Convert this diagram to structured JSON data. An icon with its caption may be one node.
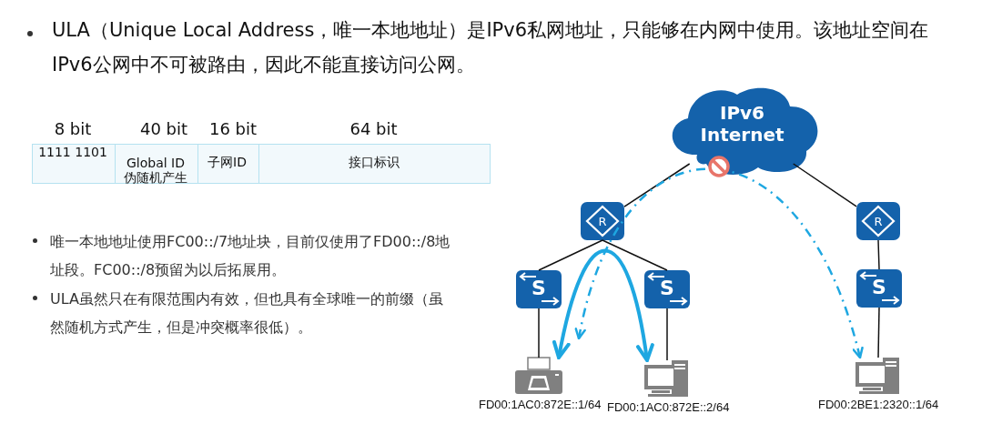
{
  "diagram": {
    "nodes": [
      {
        "text": [
          "IPv6 Internet"
        ]
      },
      {
        "text": [
          "R"
        ]
      },
      {
        "text": [
          "R"
        ]
      },
      {
        "text": [
          "S"
        ]
      },
      {
        "text": [
          "S"
        ]
      },
      {
        "text": [
          "S"
        ]
      },
      {
        "text": [],
        "shape": "printer",
        "beside": [
          "FD00:1AC0:872E::1/64"
        ]
      },
      {
        "text": [],
        "shape": "computer",
        "beside": [
          "FD00:1AC0:872E::2/64"
        ]
      },
      {
        "text": [],
        "shape": "computer",
        "beside": [
          "FD00:2BE1:2320::1/64"
        ]
      }
    ],
    "edges": [
      {
        "from": 0,
        "to": 1,
        "arrow": "none"
      },
      {
        "from": 0,
        "to": 2,
        "arrow": "none"
      },
      {
        "from": 1,
        "to": 3,
        "arrow": "none"
      },
      {
        "from": 1,
        "to": 4,
        "arrow": "none"
      },
      {
        "from": 2,
        "to": 5,
        "arrow": "none"
      },
      {
        "from": 3,
        "to": 6,
        "arrow": "none"
      },
      {
        "from": 4,
        "to": 7,
        "arrow": "none"
      },
      {
        "from": 5,
        "to": 8,
        "arrow": "none"
      },
      {
        "from": 6,
        "to": 7,
        "arrow": "both",
        "style": "thick",
        "color": "#1ea7e1"
      },
      {
        "from": null,
        "to": 8,
        "arrow": "both",
        "style": "dashed",
        "color": "#1ea7e1"
      }
    ],
    "labels": [
      "ULA（Unique Local Address，唯一本地地址）是IPv6私网地址，只能够在内网中使用。该地址空间在IPv6公网中不可被路由，因此不能直接访问公网。",
      "8 bit",
      "40 bit",
      "16 bit",
      "64 bit",
      "1111 1101",
      "Global ID",
      "伪随机产生",
      "子网ID",
      "接口标识",
      "唯一本地地址使用FC00::/7地址块，目前仅使用了FD00::/8地址段。FC00::/8预留为以后拓展用。",
      "ULA虽然只在有限范围内有效，但也具有全球唯一的前缀（虽然随机方式产生，但是冲突概率很低）。"
    ]
  }
}
